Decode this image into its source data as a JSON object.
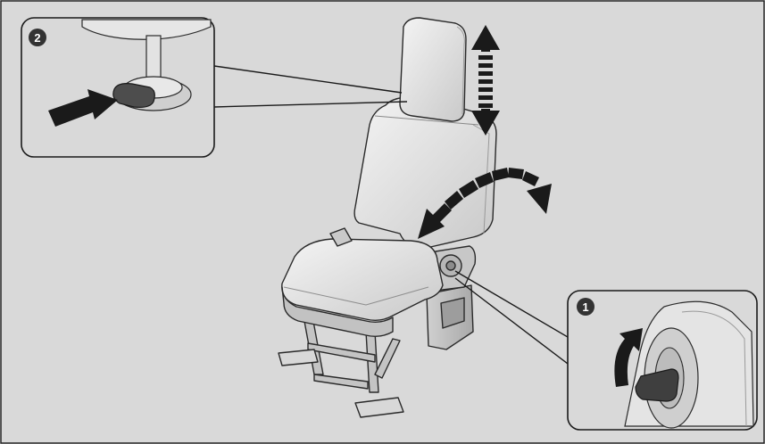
{
  "figure": {
    "background": "#d9d9d9",
    "border": "#222222",
    "seat_fill": "#e9e9e9",
    "seat_shade": "#b9b9b9",
    "arrow_color": "#1a1a1a"
  },
  "callouts": [
    {
      "number": "2",
      "depicts": "headrest-release-button"
    },
    {
      "number": "1",
      "depicts": "recline-lever"
    }
  ],
  "arrows": {
    "headrest": "up-down",
    "seatback": "recline"
  }
}
